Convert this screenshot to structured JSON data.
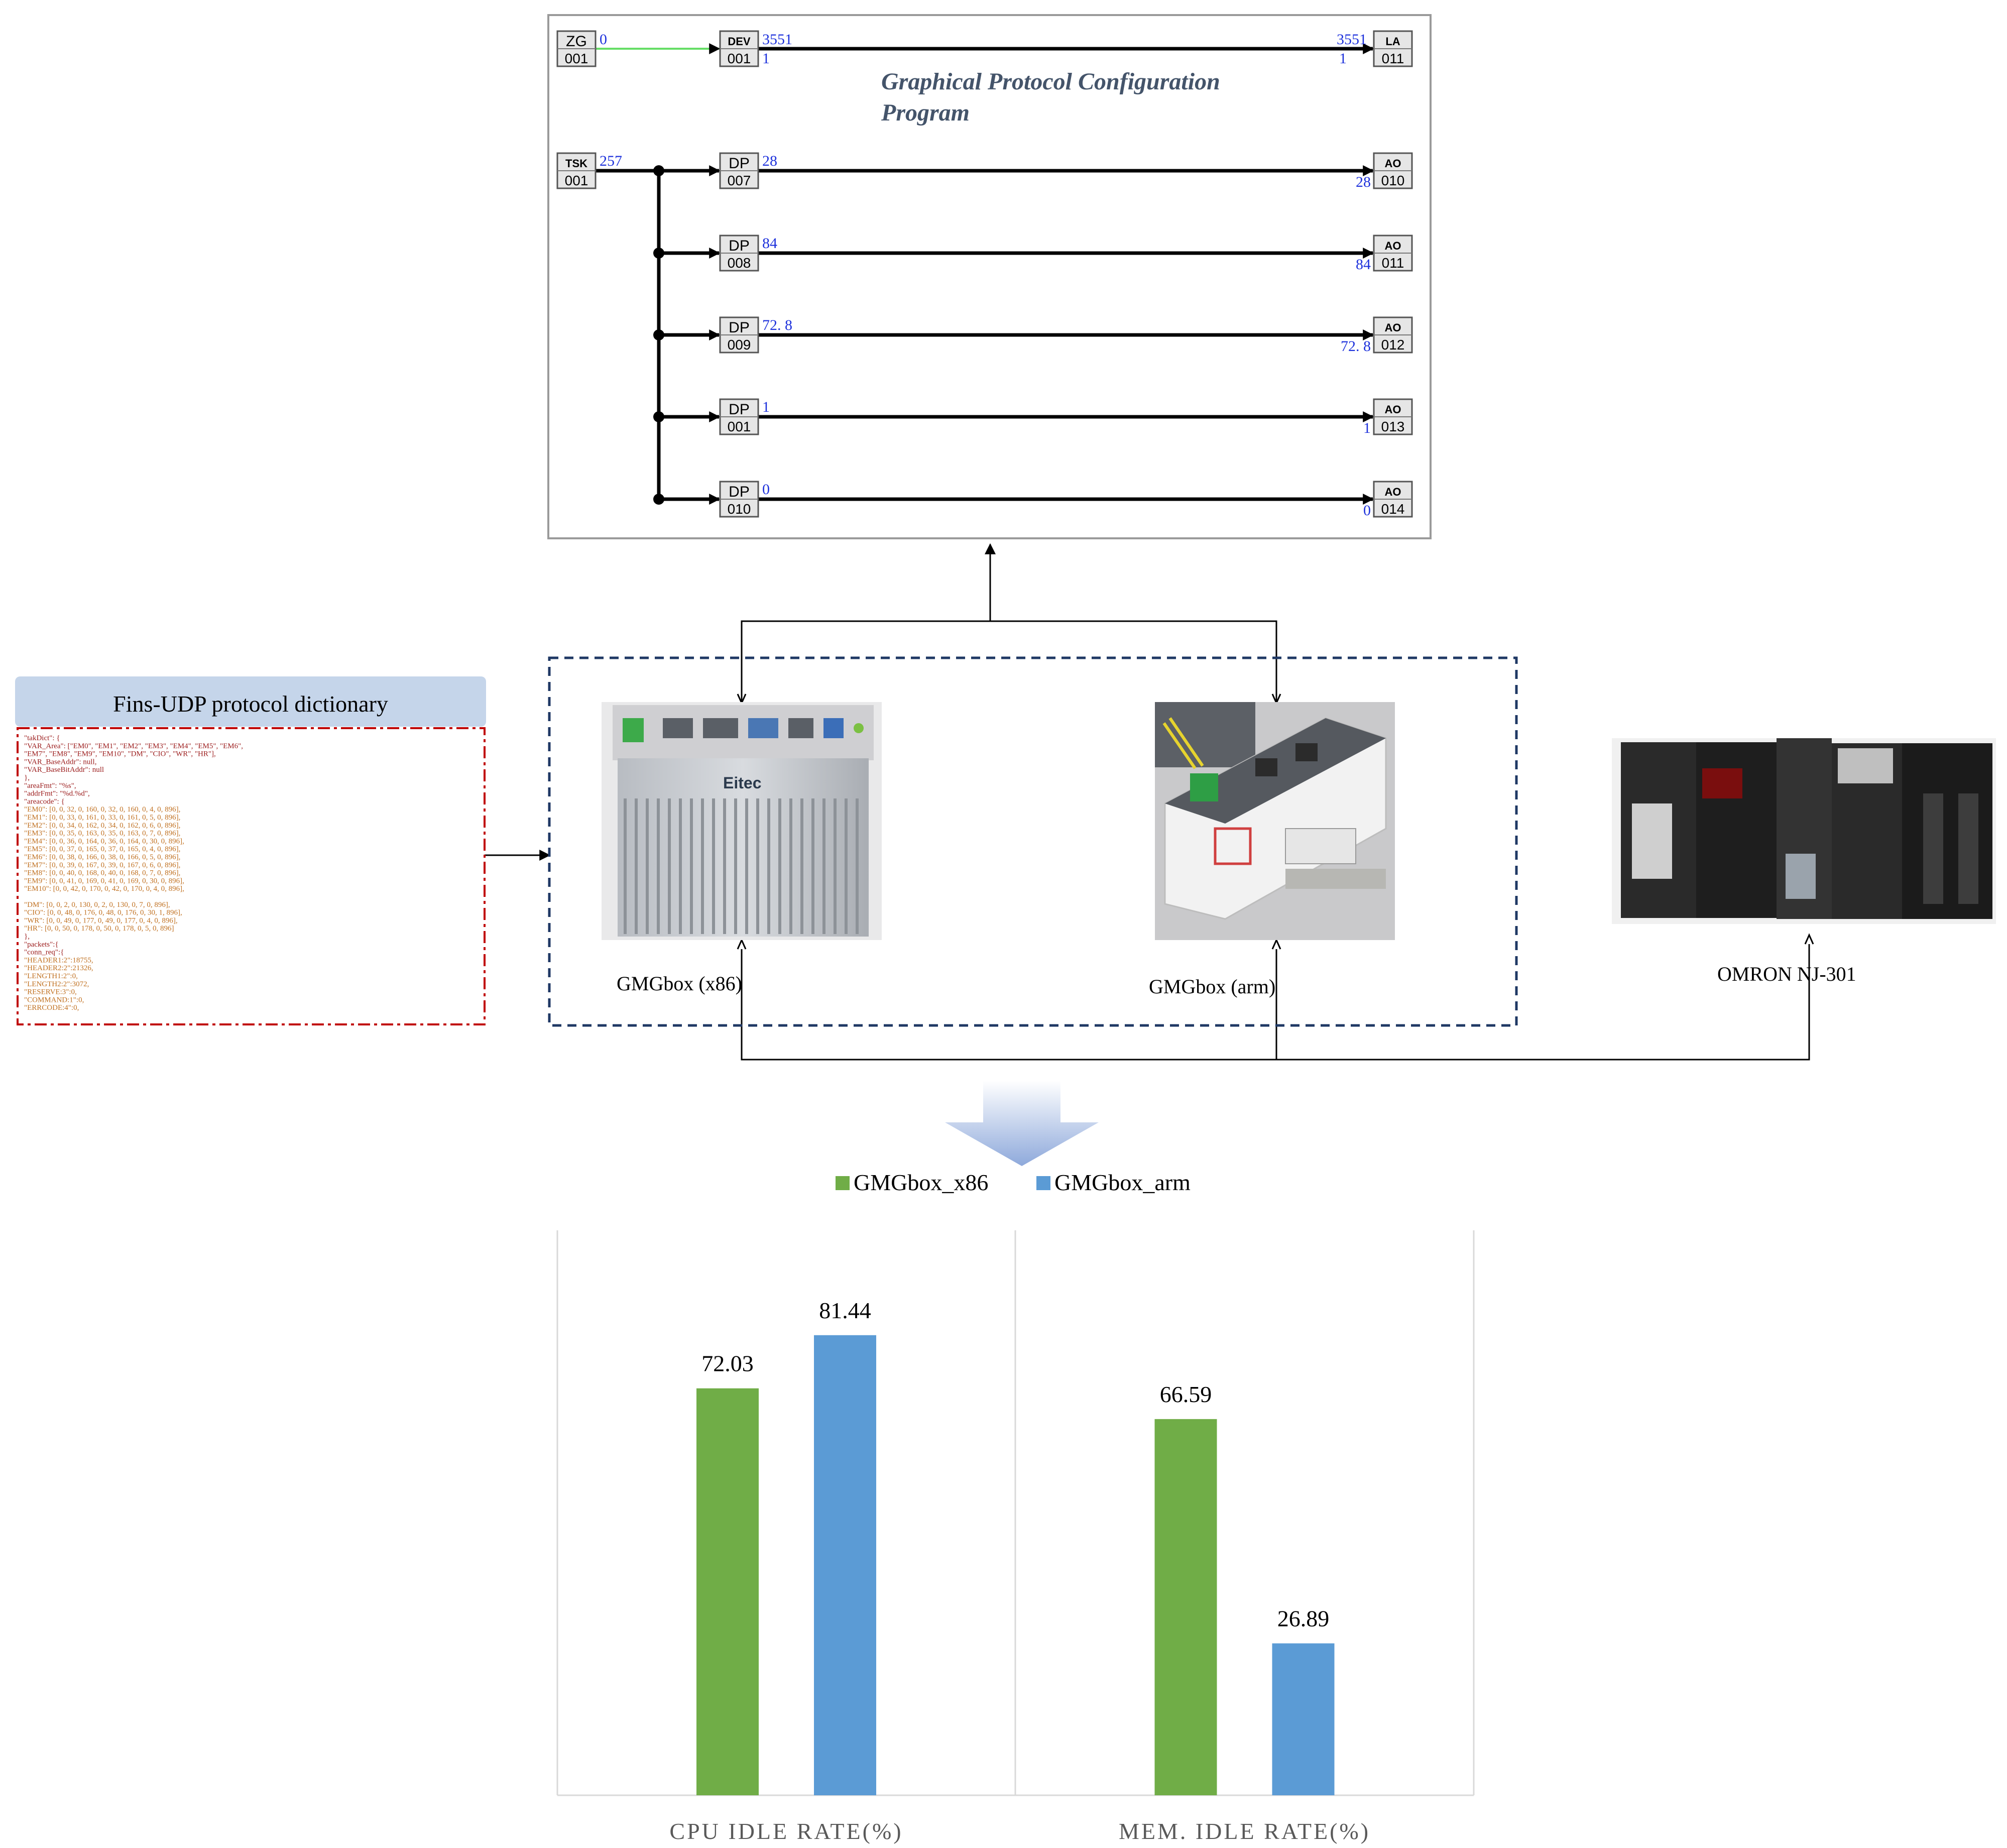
{
  "colors": {
    "x86": "#70AD47",
    "arm": "#5B9BD5",
    "wire_active": "#66DD66",
    "value_blue": "#1E32DC",
    "title_slate": "#44546A",
    "dict_header_bg": "#C5D5EA",
    "dict_border": "#C00000",
    "device_frame": "#1F3864"
  },
  "program": {
    "title_line1": "Graphical Protocol Configuration",
    "title_line2": "Program",
    "blocks": {
      "zg": {
        "type": "ZG",
        "id": "001"
      },
      "dev": {
        "type": "DEV",
        "id": "001"
      },
      "la": {
        "type": "LA",
        "id": "011"
      },
      "tsk": {
        "type": "TSK",
        "id": "001"
      },
      "dp007": {
        "type": "DP",
        "id": "007"
      },
      "dp008": {
        "type": "DP",
        "id": "008"
      },
      "dp009": {
        "type": "DP",
        "id": "009"
      },
      "dp001": {
        "type": "DP",
        "id": "001"
      },
      "dp010": {
        "type": "DP",
        "id": "010"
      },
      "ao010": {
        "type": "AO",
        "id": "010"
      },
      "ao011": {
        "type": "AO",
        "id": "011"
      },
      "ao012": {
        "type": "AO",
        "id": "012"
      },
      "ao013": {
        "type": "AO",
        "id": "013"
      },
      "ao014": {
        "type": "AO",
        "id": "014"
      }
    },
    "values": {
      "zg_out": "0",
      "dev_out": "3551",
      "dev_out2": "1",
      "la_in": "3551",
      "la_in2": "1",
      "tsk_out": "257",
      "dp007_out": "28",
      "ao010_in": "28",
      "dp008_out": "84",
      "ao011_in": "84",
      "dp009_out": "72. 8",
      "ao012_in": "72. 8",
      "dp001_out": "1",
      "ao013_in": "1",
      "dp010_out": "0",
      "ao014_in": "0"
    }
  },
  "dictionary": {
    "title": "Fins-UDP protocol dictionary",
    "lines": [
      "\"takDict\": {",
      "    \"VAR_Area\": [\"EM0\", \"EM1\", \"EM2\", \"EM3\", \"EM4\", \"EM5\", \"EM6\",",
      "      \"EM7\", \"EM8\", \"EM9\", \"EM10\", \"DM\", \"CIO\", \"WR\", \"HR\"],",
      "    \"VAR_BaseAddr\": null,",
      "    \"VAR_BaseBitAddr\": null",
      "},",
      "\"areaFmt\": \"%s\",",
      "\"addrFmt\": \"%d.%d\",",
      "\"areacode\": {",
      "    \"EM0\": [0, 0, 32, 0, 160, 0, 32, 0, 160, 0, 4, 0, 896],",
      "    \"EM1\": [0, 0, 33, 0, 161, 0, 33, 0, 161, 0, 5, 0, 896],",
      "    \"EM2\": [0, 0, 34, 0, 162, 0, 34, 0, 162, 0, 6, 0, 896],",
      "    \"EM3\": [0, 0, 35, 0, 163, 0, 35, 0, 163, 0, 7, 0, 896],",
      "    \"EM4\": [0, 0, 36, 0, 164, 0, 36, 0, 164, 0, 30, 0, 896],",
      "    \"EM5\": [0, 0, 37, 0, 165, 0, 37, 0, 165, 0, 4, 0, 896],",
      "    \"EM6\": [0, 0, 38, 0, 166, 0, 38, 0, 166, 0, 5, 0, 896],",
      "    \"EM7\": [0, 0, 39, 0, 167, 0, 39, 0, 167, 0, 6, 0, 896],",
      "    \"EM8\": [0, 0, 40, 0, 168, 0, 40, 0, 168, 0, 7, 0, 896],",
      "    \"EM9\": [0, 0, 41, 0, 169, 0, 41, 0, 169, 0, 30, 0, 896],",
      "    \"EM10\": [0, 0, 42, 0, 170, 0, 42, 0, 170, 0, 4, 0, 896],",
      "",
      "    \"DM\": [0, 0, 2, 0, 130, 0, 2, 0, 130, 0, 7, 0, 896],",
      "    \"CIO\": [0, 0, 48, 0, 176, 0, 48, 0, 176, 0, 30, 1, 896],",
      "    \"WR\": [0, 0, 49, 0, 177, 0, 49, 0, 177, 0, 4, 0, 896],",
      "    \"HR\": [0, 0, 50, 0, 178, 0, 50, 0, 178, 0, 5, 0, 896]",
      "},",
      "\"packets\":{",
      "    \"conn_req\":{",
      "        \"HEADER1:2\":18755,",
      "        \"HEADER2:2\":21326,",
      "        \"LENGTH1:2\":0,",
      "        \"LENGTH2:2\":3072,",
      "        \"RESERVE:3\":0,",
      "        \"COMMAND:1\":0,",
      "        \"ERRCODE:4\":0,"
    ]
  },
  "devices": {
    "x86_label": "GMGbox (x86)",
    "arm_label": "GMGbox (arm)",
    "plc_label": "OMRON NJ-301",
    "x86_brand": "Eitec"
  },
  "chart_data": {
    "type": "bar",
    "categories": [
      "CPU IDLE RATE(%)",
      "MEM. IDLE RATE(%)"
    ],
    "series": [
      {
        "name": "GMGbox_x86",
        "values": [
          72.03,
          66.59
        ]
      },
      {
        "name": "GMGbox_arm",
        "values": [
          81.44,
          26.89
        ]
      }
    ],
    "ylim": [
      0,
      100
    ],
    "grid": false,
    "legend": "top-center",
    "data_labels": [
      "72.03",
      "66.59",
      "81.44",
      "26.89"
    ]
  }
}
